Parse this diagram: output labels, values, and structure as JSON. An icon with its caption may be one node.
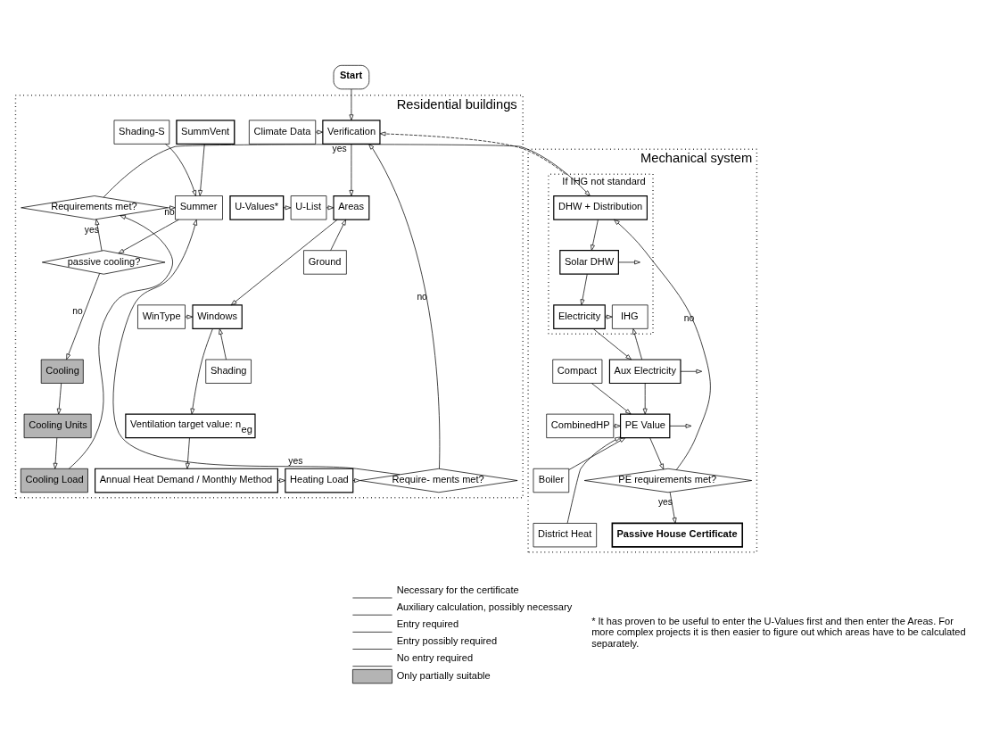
{
  "diagram": {
    "nodes": [
      {
        "text": [
          "Residential buildings"
        ]
      },
      {
        "text": [
          "Mechanical system"
        ]
      },
      {
        "text": [
          "If IHG not standard"
        ],
        "in": 1
      },
      {
        "text": [
          "Start"
        ]
      },
      {
        "text": [
          "Verification"
        ],
        "in": 0
      },
      {
        "text": [
          "Climate Data"
        ],
        "in": 0
      },
      {
        "text": [
          "Areas"
        ],
        "in": 0
      },
      {
        "text": [
          "U-List"
        ],
        "in": 0
      },
      {
        "text": [
          "U-Values*"
        ],
        "in": 0
      },
      {
        "text": [
          "Ground"
        ],
        "in": 0
      },
      {
        "text": [
          "Windows"
        ],
        "in": 0
      },
      {
        "text": [
          "WinType"
        ],
        "in": 0
      },
      {
        "text": [
          "Shading"
        ],
        "in": 0
      },
      {
        "text": [
          "Ventilation target value: n$_{eg}$"
        ],
        "in": 0
      },
      {
        "text": [
          "Annual Heat Demand / Monthly Method"
        ],
        "in": 0
      },
      {
        "text": [
          "Heating Load"
        ],
        "in": 0
      },
      {
        "text": [
          "Require- ments met?"
        ],
        "in": 0
      },
      {
        "text": [
          "SummVent"
        ],
        "in": 0
      },
      {
        "text": [
          "Shading-S"
        ],
        "in": 0
      },
      {
        "text": [
          "Summer"
        ],
        "in": 0
      },
      {
        "text": [
          "Requirements met?"
        ],
        "in": 0
      },
      {
        "text": [
          "passive cooling?"
        ],
        "in": 0
      },
      {
        "text": [
          "Cooling"
        ],
        "in": 0
      },
      {
        "text": [
          "Cooling Units"
        ],
        "in": 0
      },
      {
        "text": [
          "Cooling Load"
        ],
        "in": 0
      },
      {
        "text": [
          "DHW + Distribution"
        ],
        "in": 2
      },
      {
        "text": [
          "Solar DHW"
        ],
        "in": 2
      },
      {
        "text": [
          "Electricity"
        ],
        "in": 2
      },
      {
        "text": [
          "IHG"
        ],
        "in": 2
      },
      {
        "text": [
          "Aux Electricity"
        ],
        "in": 1
      },
      {
        "text": [
          "Compact"
        ],
        "in": 1
      },
      {
        "text": [
          "CombinedHP"
        ],
        "in": 1
      },
      {
        "text": [
          "Boiler"
        ],
        "in": 1
      },
      {
        "text": [
          "District Heat"
        ],
        "in": 1
      },
      {
        "text": [
          "PE Value"
        ],
        "in": 1
      },
      {
        "text": [
          "PE requirements met?"
        ],
        "in": 1
      },
      {
        "text": [
          "Passive House Certificate"
        ],
        "in": 1
      }
    ],
    "edges": [
      {
        "from": 3,
        "to": 4,
        "arrow": "to"
      },
      {
        "from": 5,
        "to": 4,
        "arrow": "to"
      },
      {
        "from": 4,
        "to": 6,
        "arrow": "to"
      },
      {
        "from": 8,
        "to": 7,
        "arrow": "to"
      },
      {
        "from": 7,
        "to": 6,
        "arrow": "to"
      },
      {
        "from": 9,
        "to": 6,
        "arrow": "to"
      },
      {
        "from": 6,
        "to": 10,
        "arrow": "to"
      },
      {
        "from": 11,
        "to": 10,
        "arrow": "to"
      },
      {
        "from": 12,
        "to": 10,
        "arrow": "to"
      },
      {
        "from": 10,
        "to": 13,
        "arrow": "to"
      },
      {
        "from": 13,
        "to": 14,
        "arrow": "to"
      },
      {
        "from": 14,
        "to": 15,
        "arrow": "to"
      },
      {
        "from": 15,
        "to": 16,
        "arrow": "to"
      },
      {
        "from": 16,
        "to": 19,
        "arrow": "to",
        "label": "yes"
      },
      {
        "from": 16,
        "to": 4,
        "arrow": "to",
        "label": "no"
      },
      {
        "from": 17,
        "to": 19,
        "arrow": "to"
      },
      {
        "from": 18,
        "to": 19,
        "arrow": "to"
      },
      {
        "from": 19,
        "to": 21,
        "arrow": "to"
      },
      {
        "from": 21,
        "to": 20,
        "arrow": "to",
        "label": "yes"
      },
      {
        "from": 21,
        "to": 22,
        "arrow": "to",
        "label": "no"
      },
      {
        "from": 22,
        "to": 23,
        "arrow": "to"
      },
      {
        "from": 23,
        "to": 24,
        "arrow": "to"
      },
      {
        "from": 24,
        "to": 20,
        "arrow": "to"
      },
      {
        "from": 20,
        "to": 19,
        "arrow": "to",
        "label": "no"
      },
      {
        "from": 20,
        "to": 25,
        "arrow": "to",
        "label": "yes"
      },
      {
        "from": 2,
        "to": 4,
        "arrow": "to",
        "style": "dashed"
      },
      {
        "from": 25,
        "to": 26,
        "arrow": "to"
      },
      {
        "from": 26,
        "to": 27,
        "arrow": "to"
      },
      {
        "from": 27,
        "to": 29,
        "arrow": "to"
      },
      {
        "from": 29,
        "to": 34,
        "arrow": "to"
      },
      {
        "from": 26,
        "to": null,
        "arrow": "to"
      },
      {
        "from": 27,
        "to": 28,
        "arrow": "to"
      },
      {
        "from": 29,
        "to": 28,
        "arrow": "to"
      },
      {
        "from": 29,
        "to": null,
        "arrow": "to"
      },
      {
        "from": 34,
        "to": null,
        "arrow": "to"
      },
      {
        "from": 30,
        "to": 34,
        "arrow": "to"
      },
      {
        "from": 31,
        "to": 34,
        "arrow": "to"
      },
      {
        "from": 32,
        "to": 34,
        "arrow": "to"
      },
      {
        "from": 33,
        "to": 34,
        "arrow": "to"
      },
      {
        "from": 34,
        "to": 35,
        "arrow": "to"
      },
      {
        "from": 35,
        "to": 25,
        "arrow": "to",
        "label": "no"
      },
      {
        "from": 35,
        "to": 36,
        "arrow": "to",
        "label": "yes"
      }
    ],
    "labels": [
      "* It has proven to be useful to enter the U-Values first and then enter the Areas. For more complex projects it is then easier to figure out which areas have to be calculated separately."
    ],
    "legend": [
      {
        "text": "Necessary for the certificate"
      },
      {
        "text": "Auxiliary calculation, possibly necessary"
      },
      {
        "text": "Entry required"
      },
      {
        "text": "Entry possibly required"
      },
      {
        "text": "No entry required"
      },
      {
        "text": "Only partially suitable",
        "color": "#b4b4b4"
      }
    ]
  }
}
